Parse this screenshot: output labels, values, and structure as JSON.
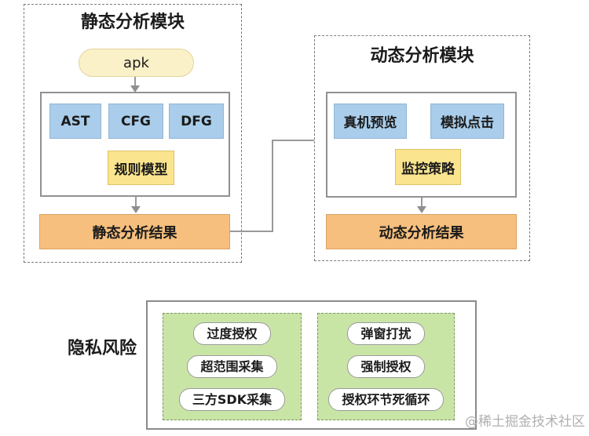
{
  "static_module": {
    "title": "静态分析模块",
    "apk_label": "apk",
    "components": [
      "AST",
      "CFG",
      "DFG"
    ],
    "rule_model": "规则模型",
    "result": "静态分析结果"
  },
  "dynamic_module": {
    "title": "动态分析模块",
    "components": [
      "真机预览",
      "模拟点击"
    ],
    "strategy": "监控策略",
    "result": "动态分析结果"
  },
  "privacy": {
    "label": "隐私风险",
    "static_risks": [
      "过度授权",
      "超范围采集",
      "三方SDK采集"
    ],
    "dynamic_risks": [
      "弹窗打扰",
      "强制授权",
      "授权环节死循环"
    ]
  },
  "watermark": "@稀土掘金技术社区",
  "palette": {
    "node_blue": "#a9cdea",
    "node_yellow": "#fae58e",
    "node_orange": "#f6bf7e",
    "apk_cream": "#faf1c8",
    "risk_green": "#c9e5a6",
    "line_gray": "#999999"
  }
}
